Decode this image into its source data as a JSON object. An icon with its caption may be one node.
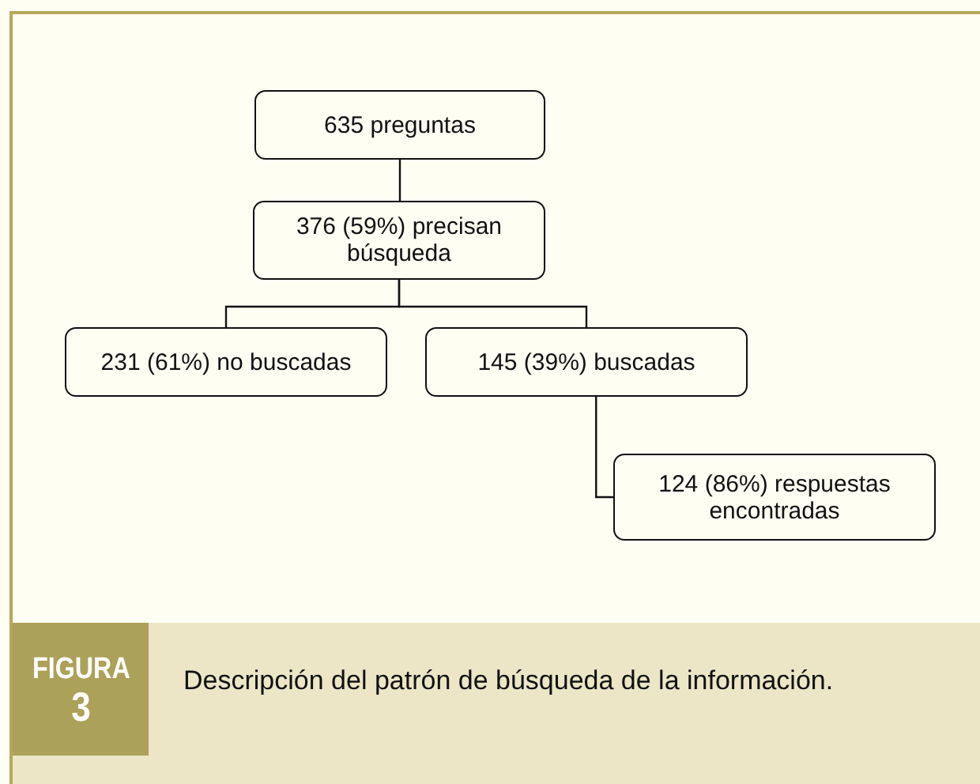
{
  "diagram": {
    "caption": "Descripción del patrón de búsqueda de la información.",
    "nodes": [
      {
        "text": [
          "635 preguntas"
        ]
      },
      {
        "text": [
          "376 (59%) precisan búsqueda"
        ]
      },
      {
        "text": [
          "231 (61%) no buscadas"
        ]
      },
      {
        "text": [
          "145 (39%) buscadas"
        ]
      },
      {
        "text": [
          "124 (86%) respuestas encontradas"
        ]
      }
    ],
    "edges": [
      {
        "from": 0,
        "to": 1,
        "arrow": "none"
      },
      {
        "from": 1,
        "to": 2,
        "arrow": "none"
      },
      {
        "from": 1,
        "to": 3,
        "arrow": "none"
      },
      {
        "from": 3,
        "to": 4,
        "arrow": "none"
      }
    ],
    "labels": [
      "FIGURA",
      "3"
    ]
  }
}
